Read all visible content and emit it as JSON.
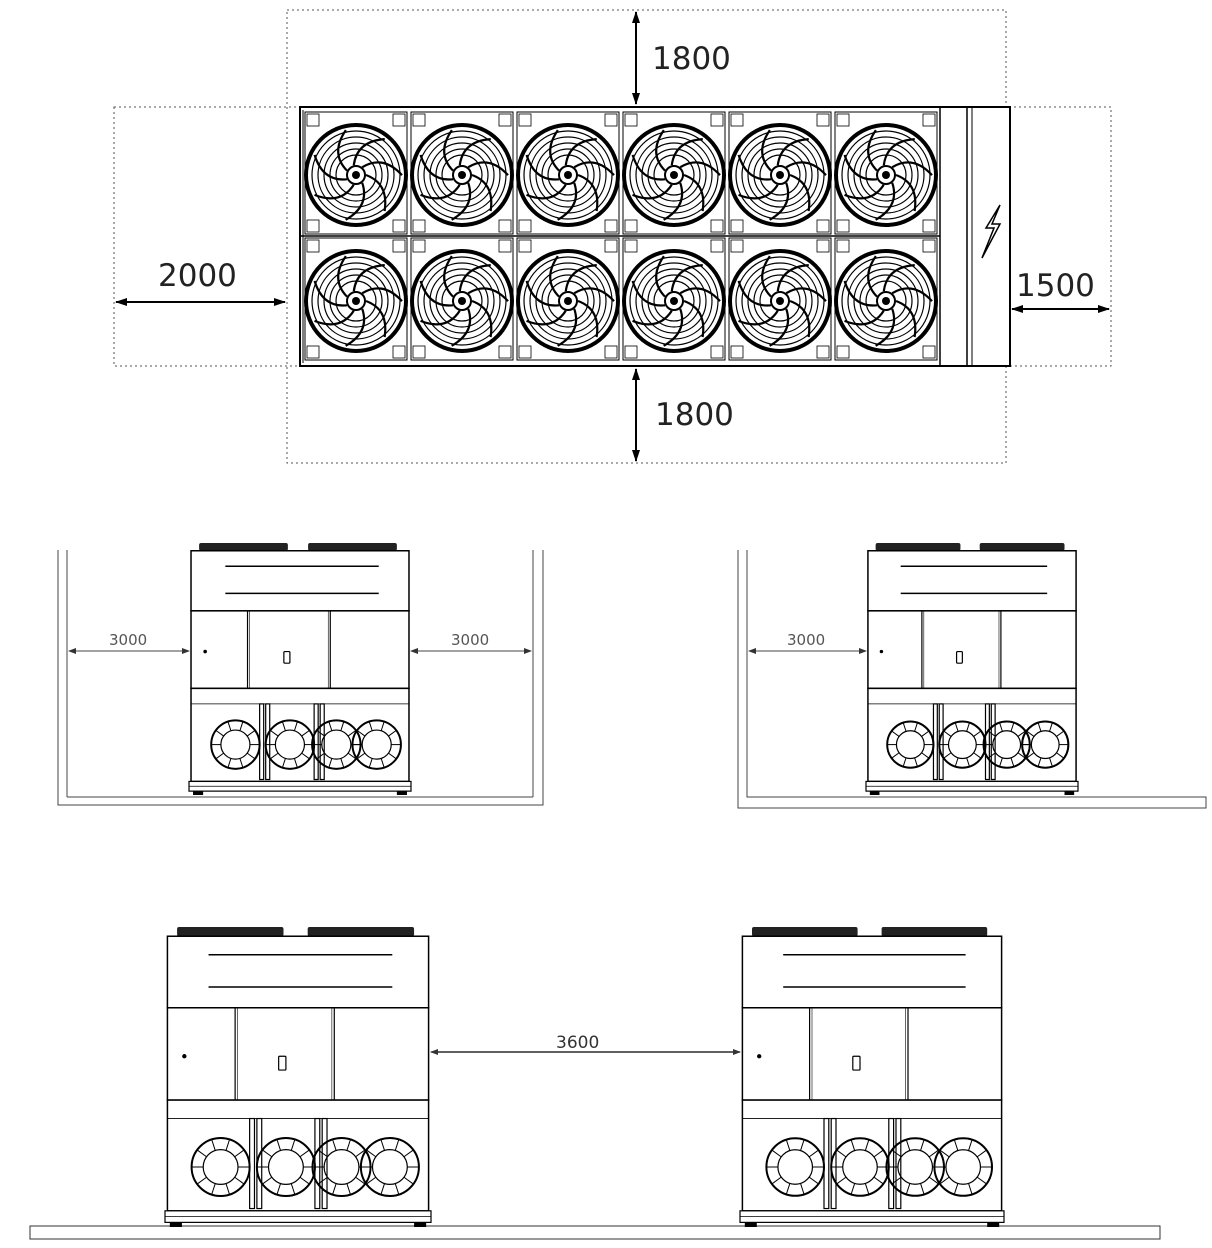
{
  "plan_view": {
    "clearance_top": "1800",
    "clearance_bottom": "1800",
    "clearance_left": "2000",
    "clearance_right": "1500",
    "fan_rows": 2,
    "fan_columns": 6,
    "electrical_symbol": "lightning-bolt-icon"
  },
  "side_view_double": {
    "clearance_left": "3000",
    "clearance_right": "3000"
  },
  "side_view_single": {
    "clearance_left": "3000"
  },
  "front_view_pair": {
    "clearance_between": "3600"
  }
}
